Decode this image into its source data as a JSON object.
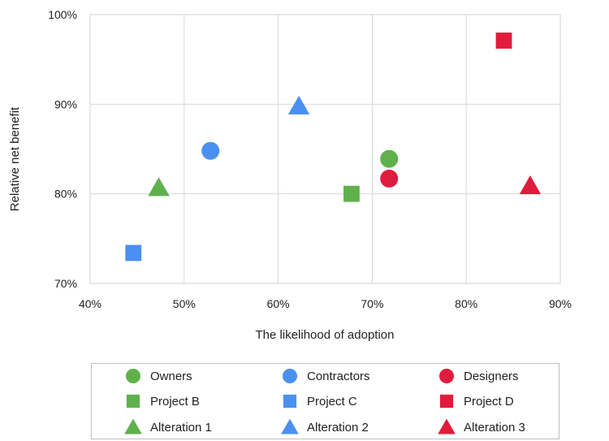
{
  "chart_data": {
    "type": "scatter",
    "xlabel": "The likelihood of adoption",
    "ylabel": "Relative net benefit",
    "xlim": [
      40,
      90
    ],
    "ylim": [
      70,
      100
    ],
    "x_ticks": [
      "40%",
      "50%",
      "60%",
      "70%",
      "80%",
      "90%"
    ],
    "y_ticks": [
      "70%",
      "80%",
      "90%",
      "100%"
    ],
    "grid": true,
    "legend_position": "bottom",
    "series": [
      {
        "name": "Owners",
        "marker": "circle",
        "color": "#5fb14b",
        "x": [
          71.8
        ],
        "y": [
          83.9
        ]
      },
      {
        "name": "Contractors",
        "marker": "circle",
        "color": "#4a90f0",
        "x": [
          52.8
        ],
        "y": [
          84.8
        ]
      },
      {
        "name": "Designers",
        "marker": "circle",
        "color": "#e01c3c",
        "x": [
          71.8
        ],
        "y": [
          81.7
        ]
      },
      {
        "name": "Project B",
        "marker": "square",
        "color": "#5fb14b",
        "x": [
          67.8
        ],
        "y": [
          80.0
        ]
      },
      {
        "name": "Project C",
        "marker": "square",
        "color": "#4a90f0",
        "x": [
          44.6
        ],
        "y": [
          73.4
        ]
      },
      {
        "name": "Project D",
        "marker": "square",
        "color": "#e01c3c",
        "x": [
          84.0
        ],
        "y": [
          97.1
        ]
      },
      {
        "name": "Alteration 1",
        "marker": "triangle",
        "color": "#5fb14b",
        "x": [
          47.3
        ],
        "y": [
          80.7
        ]
      },
      {
        "name": "Alteration 2",
        "marker": "triangle",
        "color": "#4a90f0",
        "x": [
          62.2
        ],
        "y": [
          89.8
        ]
      },
      {
        "name": "Alteration 3",
        "marker": "triangle",
        "color": "#e01c3c",
        "x": [
          86.8
        ],
        "y": [
          80.9
        ]
      }
    ]
  }
}
